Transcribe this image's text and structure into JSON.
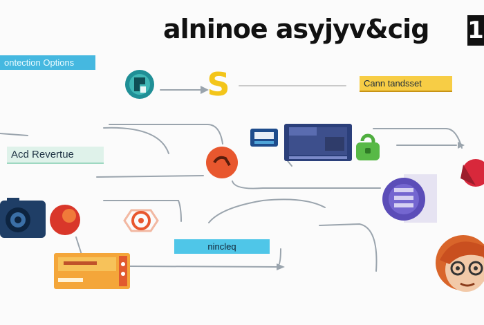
{
  "title": "alninoe asyjyv&cig",
  "title_badge": "1",
  "labels": {
    "options": "ontection Options",
    "cann": "Cann tandsset",
    "revenue": "Acd Revertue",
    "nincleq": "nincleq"
  },
  "icons": {
    "s_glyph": "S",
    "s_icon": "dollar-s-icon",
    "teal_node": "teal-badge-icon",
    "monitor": "monitor-icon",
    "small_device": "small-device-icon",
    "green_node": "green-lock-icon",
    "red_node_top": "red-bell-icon",
    "orange_node": "orange-circle-icon",
    "camera": "camera-icon",
    "red_ball": "red-ball-icon",
    "target_node": "target-icon",
    "purple_node": "purple-database-icon",
    "panel": "orange-panel-icon",
    "avatar": "avatar-icon"
  },
  "colors": {
    "accent_blue": "#45b8e0",
    "accent_yellow": "#f7cd45",
    "accent_orange": "#e8572e",
    "line": "#9aa4ad"
  }
}
